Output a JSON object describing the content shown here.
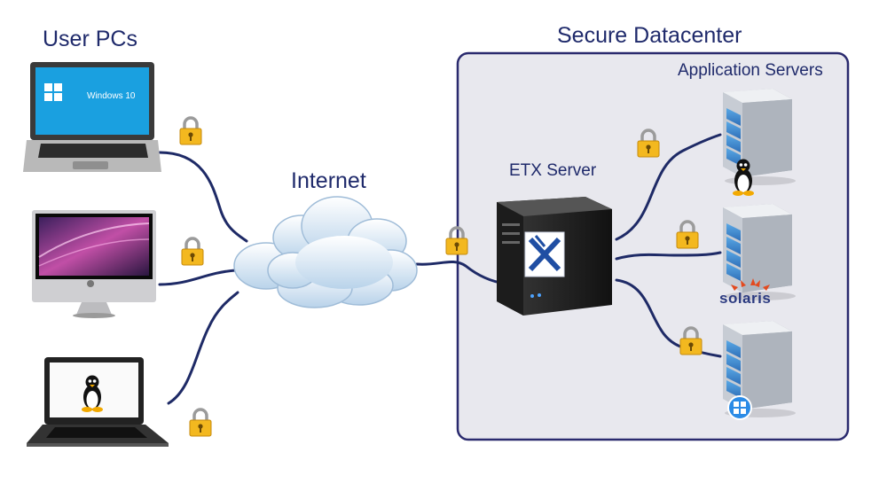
{
  "labels": {
    "user_pcs": "User PCs",
    "secure_datacenter": "Secure Datacenter",
    "internet": "Internet",
    "etx_server": "ETX Server",
    "application_servers": "Application Servers"
  },
  "devices": {
    "windows_laptop_screen_text": "Windows 10",
    "solaris_logo_text": "solaris"
  },
  "icons": {
    "lock": "padlock-icon",
    "linux": "tux-icon",
    "windows": "windows-icon",
    "apple": "apple-icon",
    "etx_logo": "etx-logo-icon"
  },
  "colors": {
    "label_text": "#1f2a6b",
    "datacenter_border": "#2a2a6e",
    "datacenter_fill": "#e8e8ee",
    "connection_line": "#1e2a66",
    "lock_gold": "#f3b81f"
  }
}
